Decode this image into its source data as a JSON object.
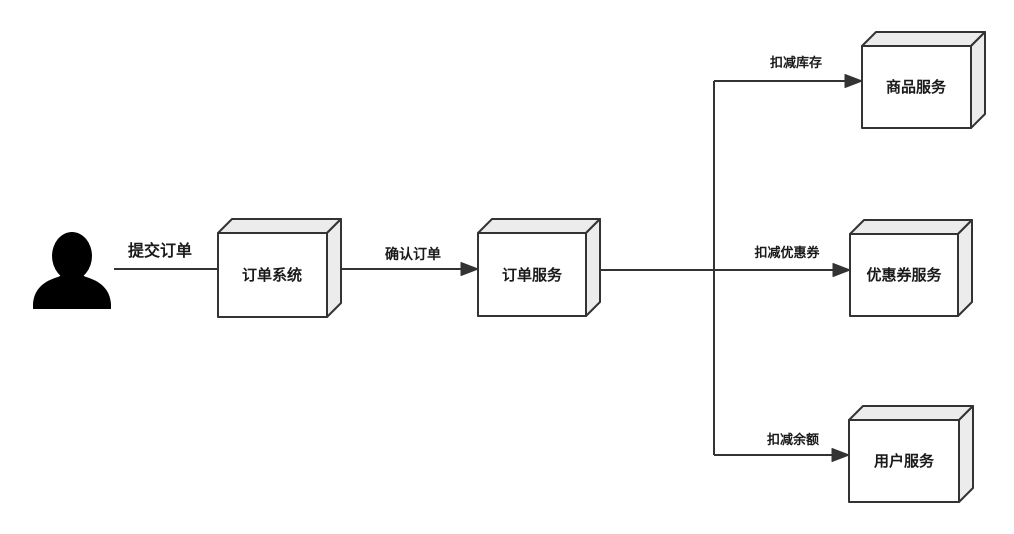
{
  "diagram": {
    "type": "flow-diagram",
    "background": "#ffffff",
    "line_color": "#333333",
    "box_border_color": "#333333",
    "box_front_color": "#ffffff",
    "box_side_color": "#ececec",
    "label_color": "#1a1a1a",
    "actor": {
      "icon": "person-silhouette",
      "color": "#000000"
    },
    "nodes": [
      {
        "id": "order-system",
        "label": "订单系统"
      },
      {
        "id": "order-service",
        "label": "订单服务"
      },
      {
        "id": "goods-service",
        "label": "商品服务"
      },
      {
        "id": "coupon-service",
        "label": "优惠券服务"
      },
      {
        "id": "user-service",
        "label": "用户服务"
      }
    ],
    "edges": [
      {
        "from": "user",
        "to": "order-system",
        "label": "提交订单"
      },
      {
        "from": "order-system",
        "to": "order-service",
        "label": "确认订单"
      },
      {
        "from": "order-service",
        "to": "goods-service",
        "label": "扣减库存"
      },
      {
        "from": "order-service",
        "to": "coupon-service",
        "label": "扣减优惠券"
      },
      {
        "from": "order-service",
        "to": "user-service",
        "label": "扣减余额"
      }
    ]
  }
}
